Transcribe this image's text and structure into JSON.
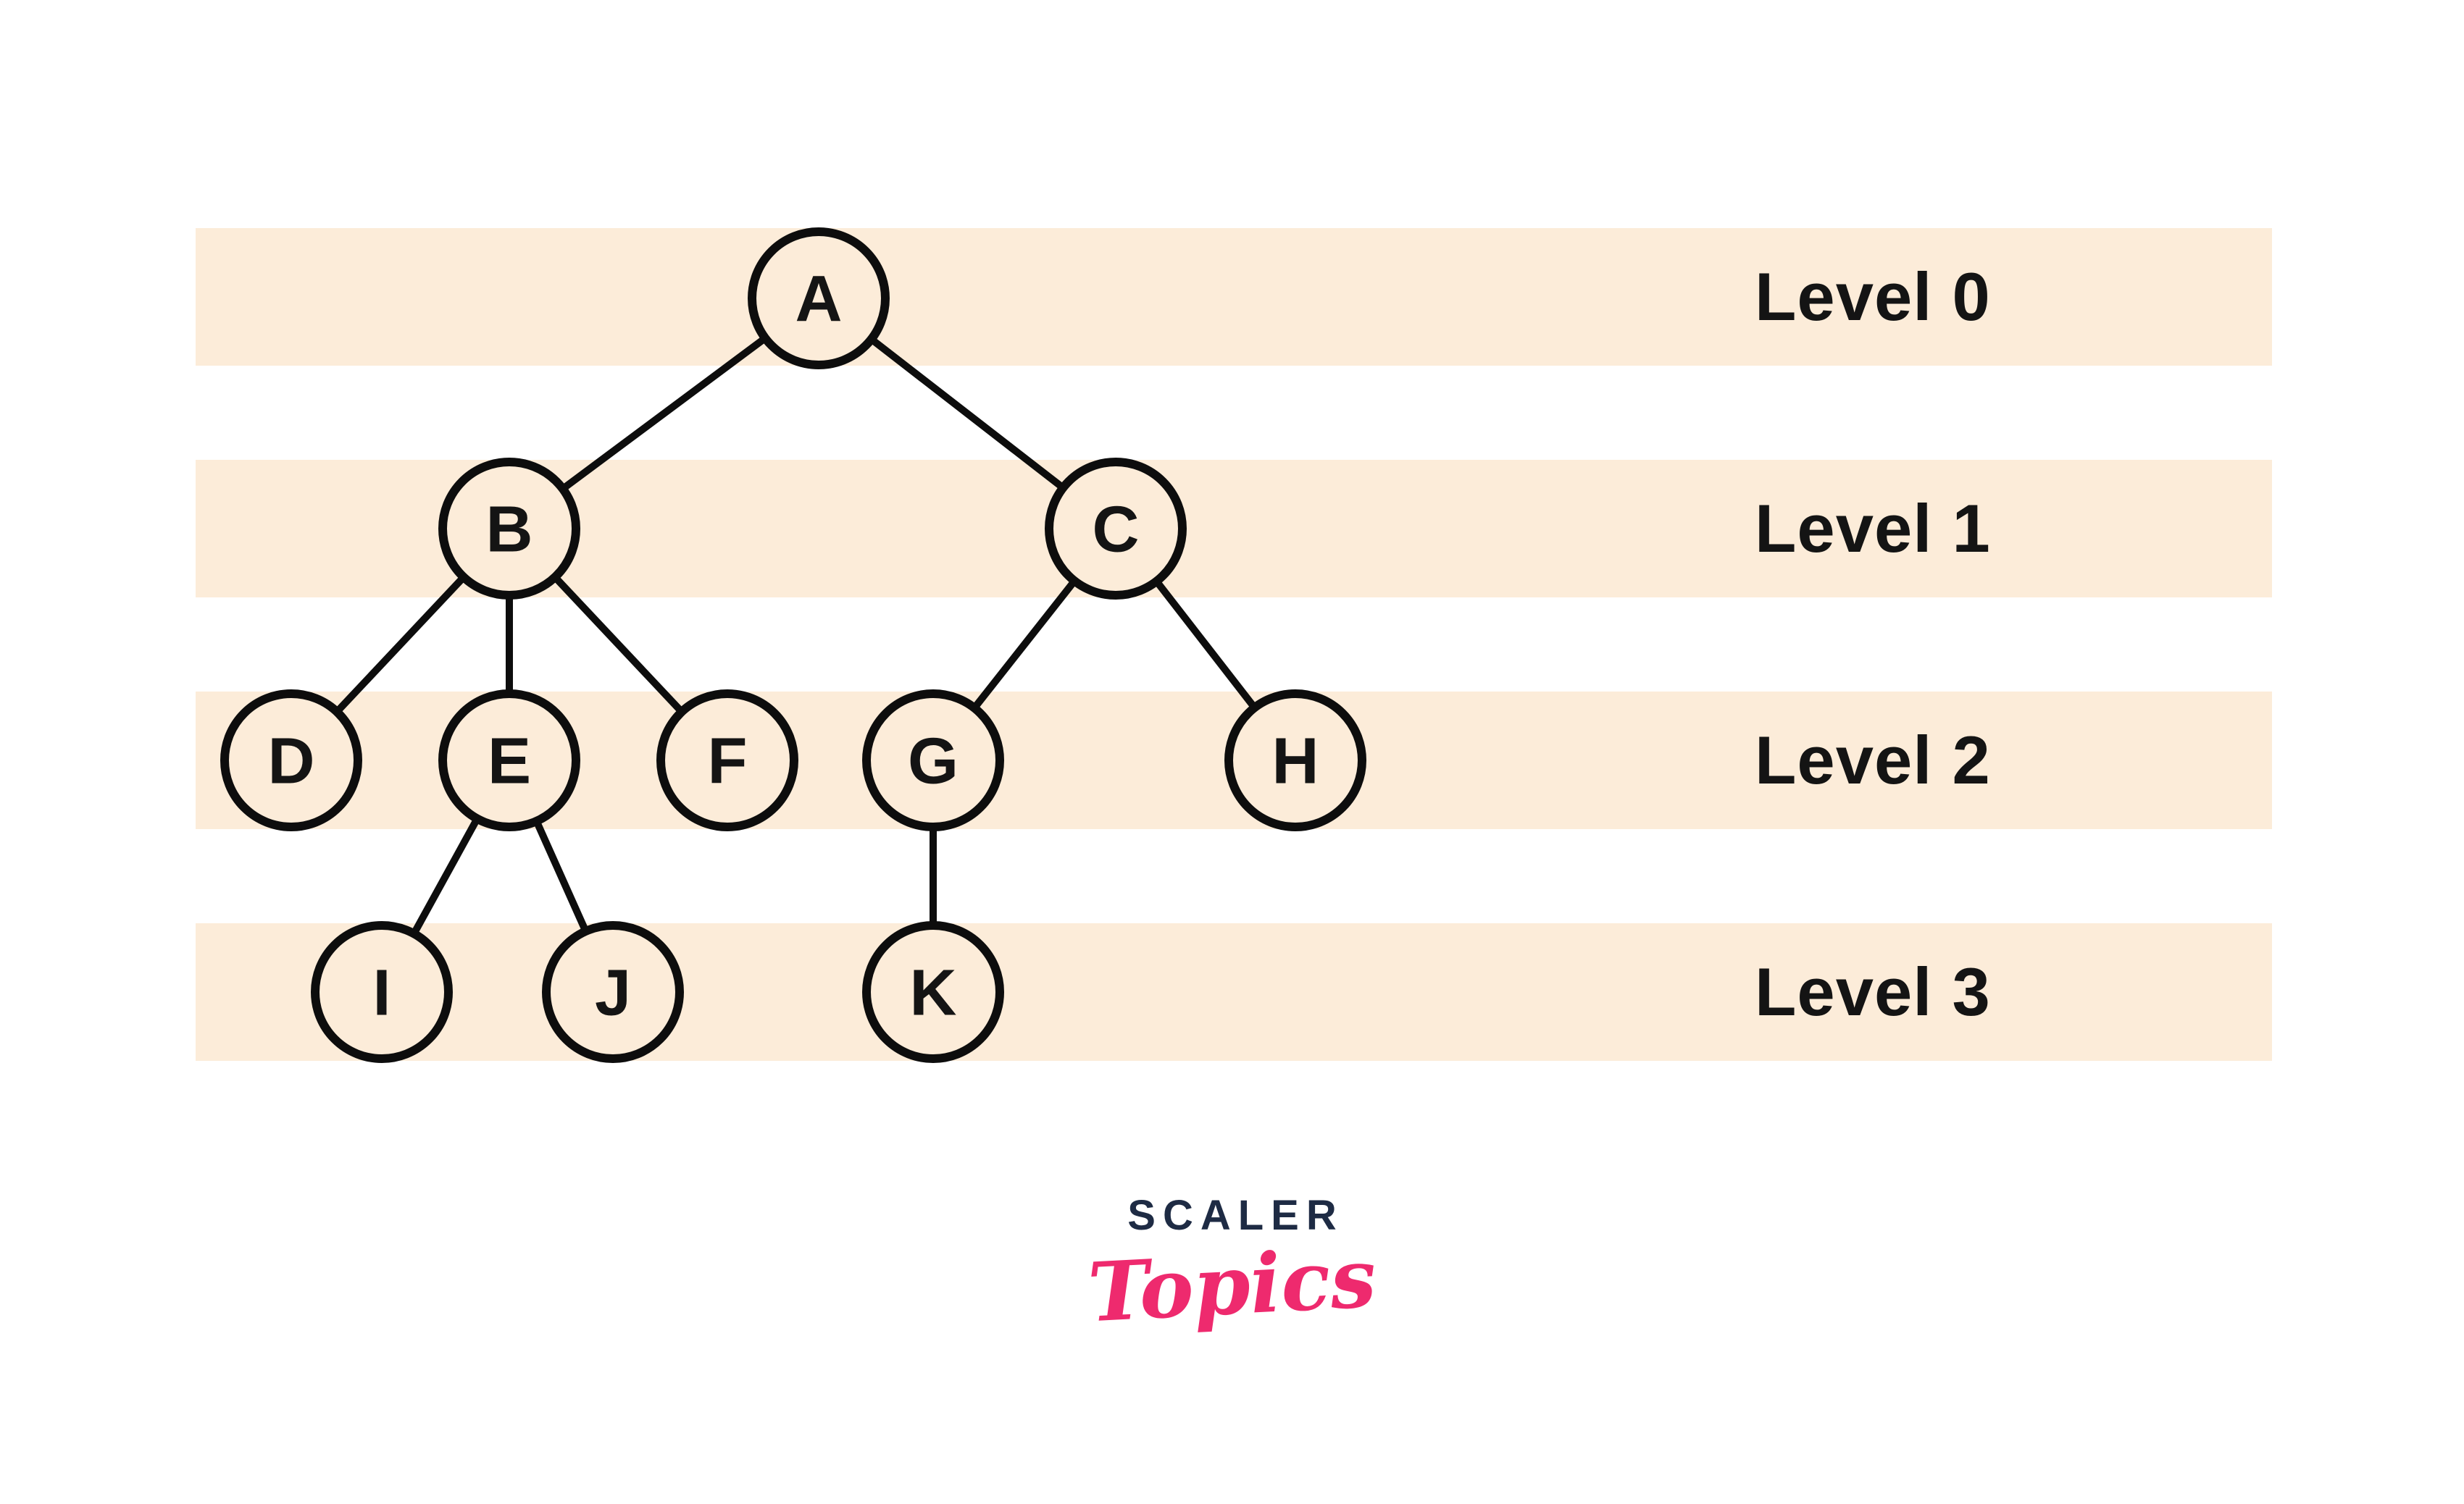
{
  "diagram": {
    "description": "Tree data structure with nodes grouped by depth levels",
    "levels": [
      {
        "label": "Level 0",
        "nodes": [
          "A"
        ]
      },
      {
        "label": "Level 1",
        "nodes": [
          "B",
          "C"
        ]
      },
      {
        "label": "Level 2",
        "nodes": [
          "D",
          "E",
          "F",
          "G",
          "H"
        ]
      },
      {
        "label": "Level 3",
        "nodes": [
          "I",
          "J",
          "K"
        ]
      }
    ],
    "tree": {
      "nodes": [
        {
          "id": "A",
          "label": "A",
          "level": 0
        },
        {
          "id": "B",
          "label": "B",
          "level": 1
        },
        {
          "id": "C",
          "label": "C",
          "level": 1
        },
        {
          "id": "D",
          "label": "D",
          "level": 2
        },
        {
          "id": "E",
          "label": "E",
          "level": 2
        },
        {
          "id": "F",
          "label": "F",
          "level": 2
        },
        {
          "id": "G",
          "label": "G",
          "level": 2
        },
        {
          "id": "H",
          "label": "H",
          "level": 2
        },
        {
          "id": "I",
          "label": "I",
          "level": 3
        },
        {
          "id": "J",
          "label": "J",
          "level": 3
        },
        {
          "id": "K",
          "label": "K",
          "level": 3
        }
      ],
      "edges": [
        {
          "from": "A",
          "to": "B"
        },
        {
          "from": "A",
          "to": "C"
        },
        {
          "from": "B",
          "to": "D"
        },
        {
          "from": "B",
          "to": "E"
        },
        {
          "from": "B",
          "to": "F"
        },
        {
          "from": "C",
          "to": "G"
        },
        {
          "from": "C",
          "to": "H"
        },
        {
          "from": "E",
          "to": "I"
        },
        {
          "from": "E",
          "to": "J"
        },
        {
          "from": "G",
          "to": "K"
        }
      ]
    }
  },
  "logo": {
    "brand": "SCALER",
    "script": "Topics"
  },
  "colors": {
    "background": "#ffffff",
    "band": "#fcecd9",
    "stroke": "#0d0d0d",
    "text": "#141414",
    "logo_navy": "#1e2b44",
    "logo_pink": "#ee2a6e"
  }
}
